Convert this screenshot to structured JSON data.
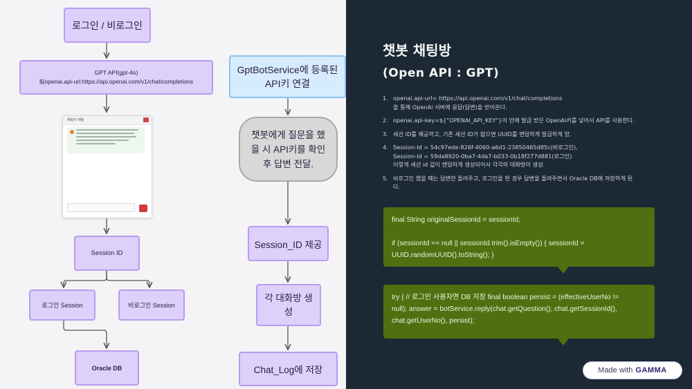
{
  "left_diagram": {
    "login": "로그인 / 비로그인",
    "gpt_api_line1": "GPT API(gpt-4o)",
    "gpt_api_line2": "${openai.api-url:https://api.openai.com/v1/chat/completions",
    "chat_window_title": "채팅어 채팅",
    "session_id": "Session ID",
    "login_session": "로그인 Session",
    "guest_session": "비로그인 Session",
    "oracle_db": "Oracle DB"
  },
  "middle_diagram": {
    "gpt_service": "GptBotService에 등록된 API키 연결",
    "decision": "챗봇에게 질문을 했을 시 API키를 확인 후 답변 전달.",
    "session_id_step": "Session_ID 제공",
    "room_step": "각 대화방 생성",
    "chatlog_step": "Chat_Log에 저장"
  },
  "slide": {
    "title": "챗봇 채팅방",
    "subtitle": "(Open API : GPT)",
    "items": [
      {
        "num": "1.",
        "text": "openai.api-url= https://api.openai.com/v1/chat/completions\n을 통해 OpenAi 서버에 응답(답변)을 받아온다."
      },
      {
        "num": "2.",
        "text": "openai.api-key=${\"OPENAI_API_KEY\"}이 안에 발급 받은 OpenAi키를 넣어서 API를 사용한다."
      },
      {
        "num": "3.",
        "text": "세션 ID를 제공하고, 기존 세션 ID가 없으면 UUID를 랜덤하게 발급하게 함."
      },
      {
        "num": "4.",
        "text": "Session-Id = 54c97ede-826f-4060-a6d1-23850465d85c(비로그인),\nSession-Id = 59da8920-0ba7-4da7-b033-0b18f277d881(로그인)\n이렇게 세션 id 값이 랜덤하게 생성되어서 각각의 대화방이 생성."
      },
      {
        "num": "5.",
        "text": "비로그인 했을 때는 답변만 돌려주고, 로그인을 한 경우 답변을 돌려주면서 Oracle DB에 저장하게 된\n다."
      }
    ],
    "code1": "final String originalSessionId = sessionId;\n\n if (sessionId == null || sessionId.trim().isEmpty()) { sessionId =\nUUID.randomUUID().toString(); }",
    "code2": "try { // 로그인 사용자면 DB 저장 final boolean persist = (effectiveUserNo !=\nnull); answer = botService.reply(chat.getQuestion(), chat.getSessionId(),\nchat.getUserNo(), persist);",
    "badge_prefix": "Made with",
    "badge_brand": "GAMMA"
  }
}
